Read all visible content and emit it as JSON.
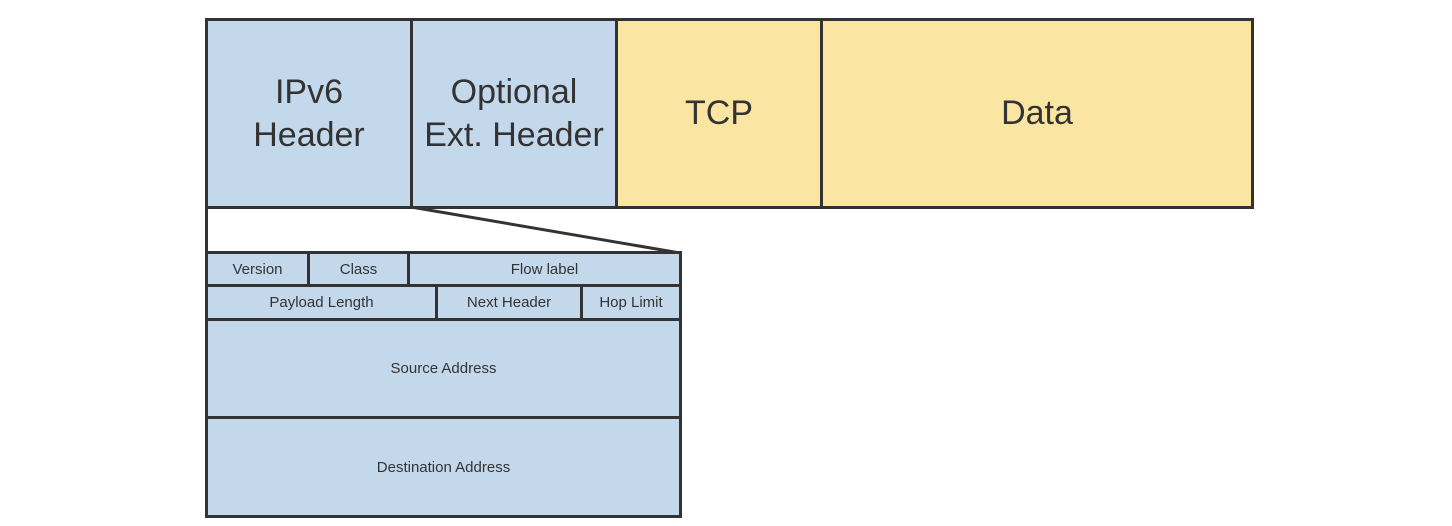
{
  "packet": {
    "ipv6_header": "IPv6\nHeader",
    "optional_ext_header": "Optional\nExt. Header",
    "tcp": "TCP",
    "data": "Data"
  },
  "header_fields": {
    "version": "Version",
    "class": "Class",
    "flow_label": "Flow label",
    "payload_length": "Payload Length",
    "next_header": "Next Header",
    "hop_limit": "Hop Limit",
    "source_address": "Source Address",
    "destination_address": "Destination Address"
  },
  "colors": {
    "header_fill": "#c4d8ec",
    "payload_fill": "#fbe5a3",
    "stroke": "#333333"
  }
}
